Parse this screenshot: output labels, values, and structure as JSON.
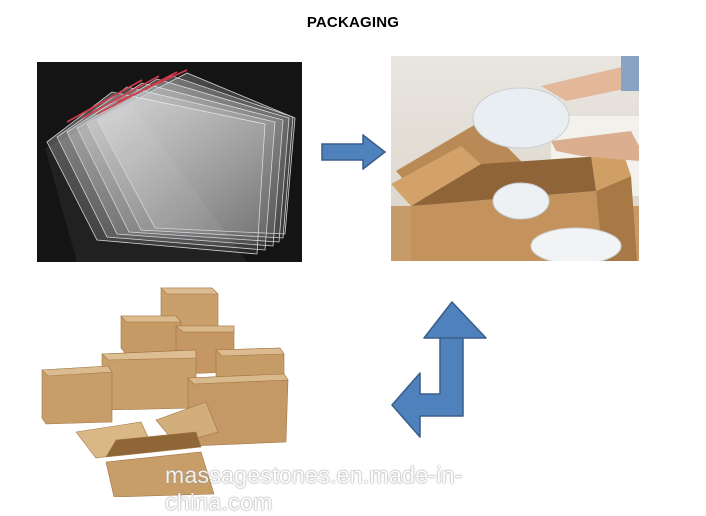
{
  "header": {
    "title": "PACKAGING"
  },
  "images": [
    {
      "name": "clear-self-seal-bags"
    },
    {
      "name": "hands-packing-bubble-wrap-into-box"
    },
    {
      "name": "stack-of-cardboard-boxes"
    }
  ],
  "arrows": [
    "arrow-right",
    "arrow-bent-up-left"
  ],
  "colors": {
    "arrow_fill": "#4f81bd",
    "arrow_stroke": "#385d8a"
  },
  "watermark": {
    "text": "massagestones.en.made-in-china.com"
  }
}
